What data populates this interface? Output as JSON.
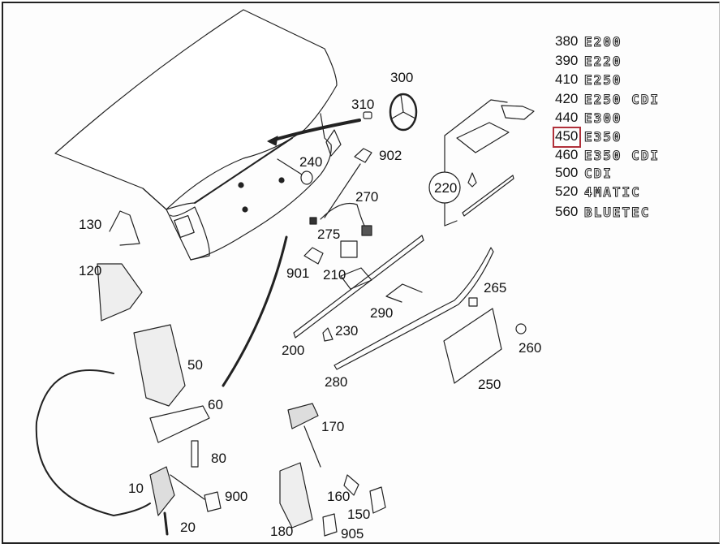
{
  "diagram": {
    "title": "Trunk lid / boot lid assembly exploded parts diagram",
    "part_labels": [
      "10",
      "20",
      "50",
      "60",
      "80",
      "120",
      "130",
      "150",
      "160",
      "170",
      "180",
      "200",
      "210",
      "220",
      "230",
      "240",
      "250",
      "260",
      "265",
      "270",
      "275",
      "280",
      "290",
      "300",
      "310",
      "900",
      "901",
      "902",
      "905"
    ],
    "callouts": {
      "p10": "10",
      "p20": "20",
      "p50": "50",
      "p60": "60",
      "p80": "80",
      "p120": "120",
      "p130": "130",
      "p150": "150",
      "p160": "160",
      "p170": "170",
      "p180": "180",
      "p200": "200",
      "p210": "210",
      "p220": "220",
      "p230": "230",
      "p240": "240",
      "p250": "250",
      "p260": "260",
      "p265": "265",
      "p270": "270",
      "p275": "275",
      "p280": "280",
      "p290": "290",
      "p300": "300",
      "p310": "310",
      "p900": "900",
      "p901": "901",
      "p902": "902",
      "p905": "905"
    }
  },
  "legend": {
    "highlighted_item": "450",
    "highlight_color": "#b0303a",
    "items": [
      {
        "number": "380",
        "badge": "E200"
      },
      {
        "number": "390",
        "badge": "E220"
      },
      {
        "number": "410",
        "badge": "E250"
      },
      {
        "number": "420",
        "badge": "E250 CDI"
      },
      {
        "number": "440",
        "badge": "E300"
      },
      {
        "number": "450",
        "badge": "E350"
      },
      {
        "number": "460",
        "badge": "E350 CDI"
      },
      {
        "number": "500",
        "badge": "CDI"
      },
      {
        "number": "520",
        "badge": "4MATIC"
      },
      {
        "number": "560",
        "badge": "BLUETEC"
      }
    ]
  }
}
